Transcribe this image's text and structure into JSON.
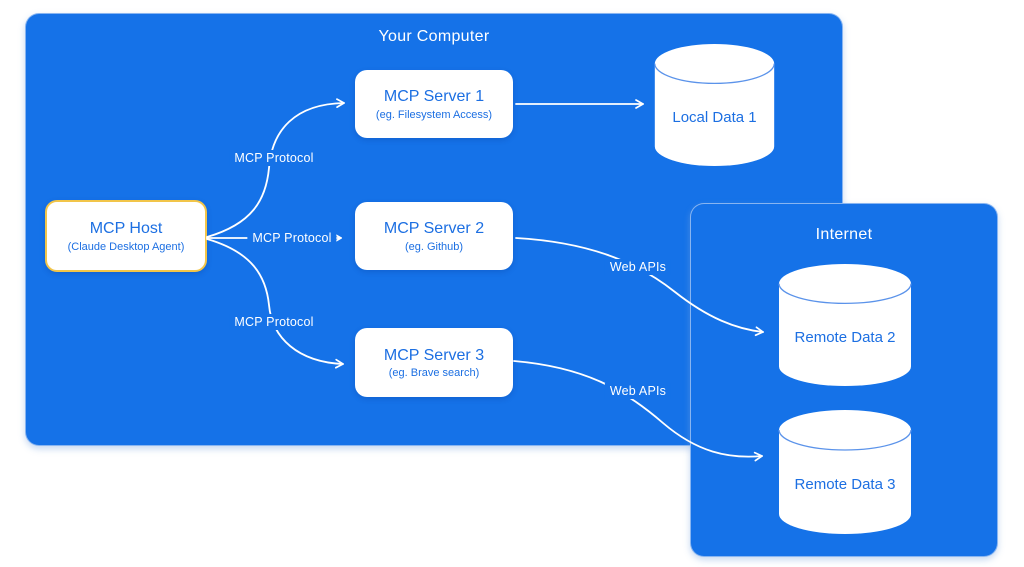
{
  "groups": {
    "your_computer": {
      "title": "Your Computer"
    },
    "internet": {
      "title": "Internet"
    }
  },
  "host": {
    "title": "MCP Host",
    "subtitle": "(Claude Desktop Agent)"
  },
  "servers": [
    {
      "title": "MCP Server 1",
      "subtitle": "(eg. Filesystem Access)"
    },
    {
      "title": "MCP Server 2",
      "subtitle": "(eg. Github)"
    },
    {
      "title": "MCP Server 3",
      "subtitle": "(eg. Brave search)"
    }
  ],
  "datastores": [
    {
      "label": "Local Data 1"
    },
    {
      "label": "Remote Data 2"
    },
    {
      "label": "Remote Data 3"
    }
  ],
  "connector_labels": {
    "host_server1": "MCP Protocol",
    "host_server2": "MCP Protocol",
    "host_server3": "MCP Protocol",
    "server2_remote2": "Web APIs",
    "server3_remote3": "Web APIs"
  },
  "colors": {
    "panel_blue": "#1572E8",
    "node_text_blue": "#1C6FE2",
    "host_border_yellow": "#F2C549",
    "connector_white": "#FFFFFF",
    "cylinder_lip_blue": "#5B93EA"
  }
}
